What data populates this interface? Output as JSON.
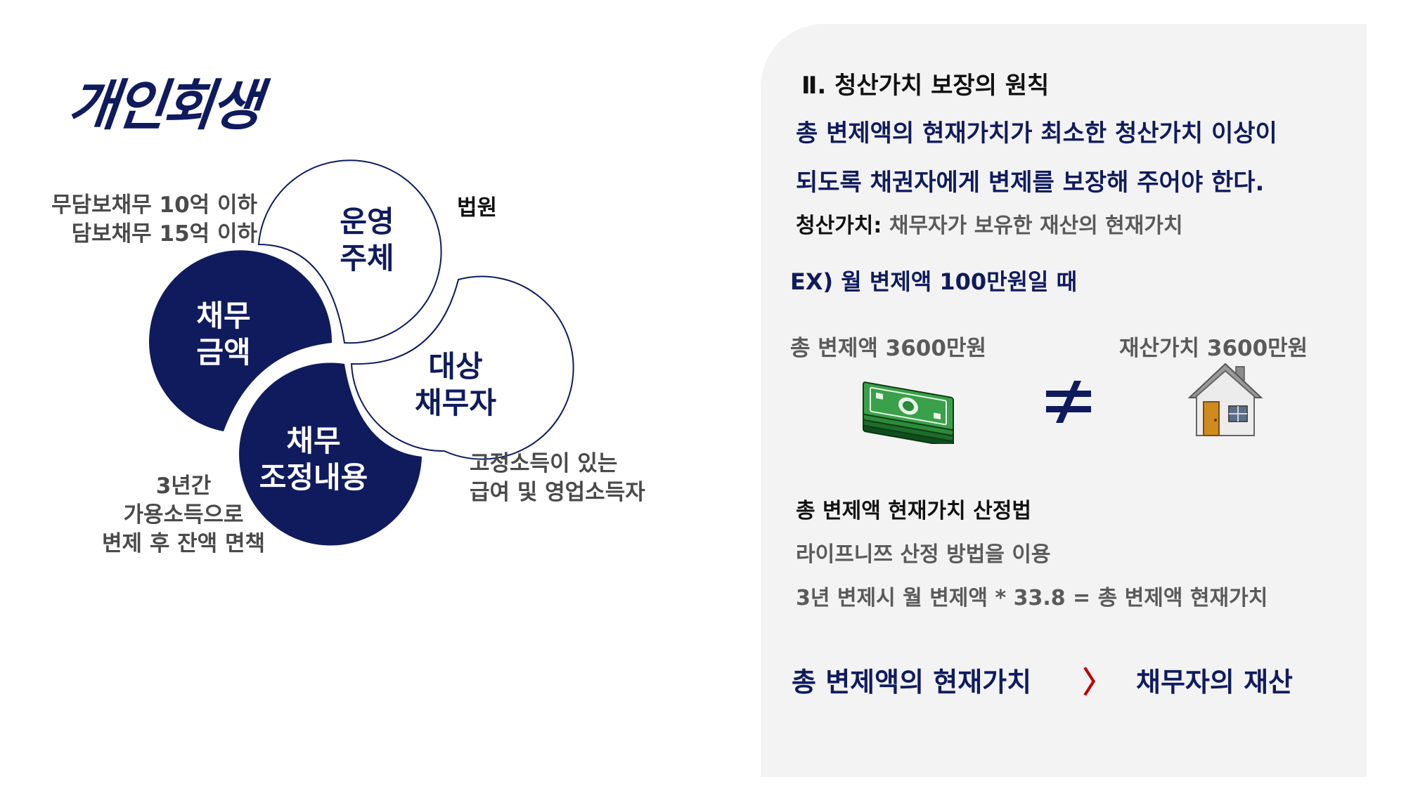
{
  "left": {
    "title": "개인회생",
    "nodes": {
      "operator": [
        "운영",
        "주체"
      ],
      "debt_amount": [
        "채무",
        "금액"
      ],
      "target_debtor": [
        "대상",
        "채무자"
      ],
      "adjustment": [
        "채무",
        "조정내용"
      ]
    },
    "callouts": {
      "debt_limit": [
        "무담보채무 10억 이하",
        "담보채무 15억 이하"
      ],
      "court": "법원",
      "income": [
        "고정소득이 있는",
        "급여 및 영업소득자"
      ],
      "repayment": [
        "3년간",
        "가용소득으로",
        "변제 후 잔액 면책"
      ]
    }
  },
  "right": {
    "section_title": "Ⅱ. 청산가치 보장의 원칙",
    "principle_lines": [
      "총 변제액의 현재가치가 최소한 청산가치 이상이",
      "되도록 채권자에게 변제를 보장해 주어야 한다."
    ],
    "definition_key": "청산가치:",
    "definition_value": " 채무자가 보유한 재산의 현재가치",
    "example": "EX) 월 변제액 100만원일 때",
    "compare_left": "총 변제액 3600만원",
    "compare_right": "재산가치 3600만원",
    "method_title": "총 변제액 현재가치 산정법",
    "method_lines": [
      "라이프니쯔 산정 방법을 이용",
      "3년 변제시 월 변제액 * 33.8 = 총 변제액 현재가치"
    ],
    "conclusion_left": "총 변제액의 현재가치",
    "conclusion_symbol": "〉",
    "conclusion_right": "채무자의 재산"
  },
  "icons": {
    "money": "cash-stack-icon",
    "not_equal": "not-equal-icon",
    "house": "house-icon"
  },
  "colors": {
    "navy": "#101b5e",
    "gray": "#5a5a5a",
    "accent_red": "#c00000",
    "panel_bg": "#f3f3f3",
    "money_green": "#1e6b2a"
  }
}
